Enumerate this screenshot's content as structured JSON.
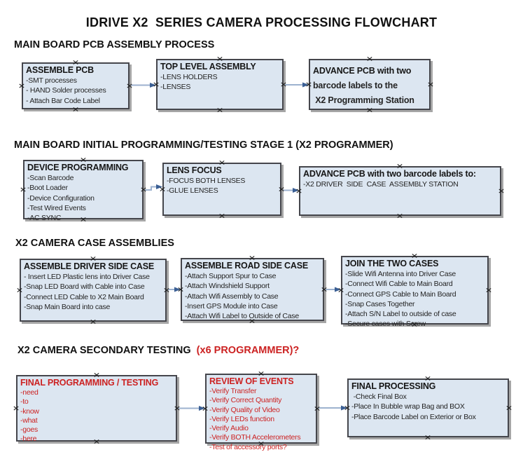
{
  "title": "IDRIVE X2  SERIES CAMERA PROCESSING FLOWCHART",
  "colors": {
    "box_fill": "#dce6f1",
    "box_border": "#45464c",
    "accent_red": "#cc2222",
    "arrow_line": "#9db2cf",
    "arrow_head": "#3b5f94",
    "shadow": "#a6a6a6"
  },
  "sections": [
    {
      "heading": "MAIN BOARD PCB ASSEMBLY PROCESS",
      "boxes": [
        {
          "title": "ASSEMBLE PCB",
          "items": [
            "-SMT processes",
            "- HAND Solder processes",
            "- Attach Bar Code Label"
          ]
        },
        {
          "title": "TOP LEVEL ASSEMBLY",
          "items": [
            "-LENS HOLDERS",
            "-LENSES"
          ]
        },
        {
          "title": "ADVANCE PCB with two",
          "items": [
            "barcode labels to the",
            " X2 Programming Station"
          ]
        }
      ]
    },
    {
      "heading": "MAIN BOARD INITIAL PROGRAMMING/TESTING STAGE 1 (X2 PROGRAMMER)",
      "boxes": [
        {
          "title": "DEVICE PROGRAMMING",
          "items": [
            "-Scan Barcode",
            "-Boot Loader",
            "-Device Configuration",
            "-Test Wired Events",
            "-AC SYNC"
          ]
        },
        {
          "title": "LENS FOCUS",
          "items": [
            "-FOCUS BOTH LENSES",
            "-GLUE LENSES"
          ]
        },
        {
          "title": "ADVANCE PCB with two barcode labels to:",
          "items": [
            "-X2 DRIVER  SIDE  CASE  ASSEMBLY STATION"
          ]
        }
      ]
    },
    {
      "heading": "X2 CAMERA CASE ASSEMBLIES",
      "boxes": [
        {
          "title": "ASSEMBLE DRIVER SIDE CASE",
          "items": [
            "- Insert LED Plastic lens into Driver Case",
            "-Snap LED Board with Cable into Case",
            "-Connect LED Cable to X2 Main Board",
            "-Snap Main Board into case"
          ]
        },
        {
          "title": "ASSEMBLE ROAD SIDE CASE",
          "items": [
            "-Attach Support Spur to Case",
            "-Attach Windshield Support",
            "-Attach Wifi Assembly to Case",
            "-Insert GPS Module into Case",
            "-Attach Wifi Label to Outside of Case"
          ]
        },
        {
          "title": "JOIN THE TWO CASES",
          "items": [
            "-Slide Wifi Antenna into Driver Case",
            "-Connect Wifi Cable to Main Board",
            "-Connect GPS Cable to Main Board",
            "-Snap Cases Together",
            "-Attach S/N Label to outside of case",
            "-Secure cases with Screw"
          ]
        }
      ]
    },
    {
      "heading": "X2 CAMERA SECONDARY TESTING  ",
      "heading_red": "(x6 PROGRAMMER)?",
      "boxes": [
        {
          "title": "FINAL PROGRAMMING / TESTING",
          "items": [
            "-need",
            "-to",
            "-know",
            "-what",
            "-goes",
            "-here"
          ]
        },
        {
          "title": "REVIEW OF EVENTS",
          "items": [
            "-Verify Transfer",
            "-Verify Correct Quantity",
            "-Verify Quality of Video",
            "-Verify LEDs function",
            "-Verify Audio",
            "-Verify BOTH Accelerometers",
            "-Test of accessory ports?"
          ]
        },
        {
          "title": "FINAL PROCESSING",
          "items": [
            " -Check Final Box",
            "-Place In Bubble wrap Bag and BOX",
            "-Place Barcode Label on Exterior or Box"
          ]
        }
      ]
    }
  ]
}
